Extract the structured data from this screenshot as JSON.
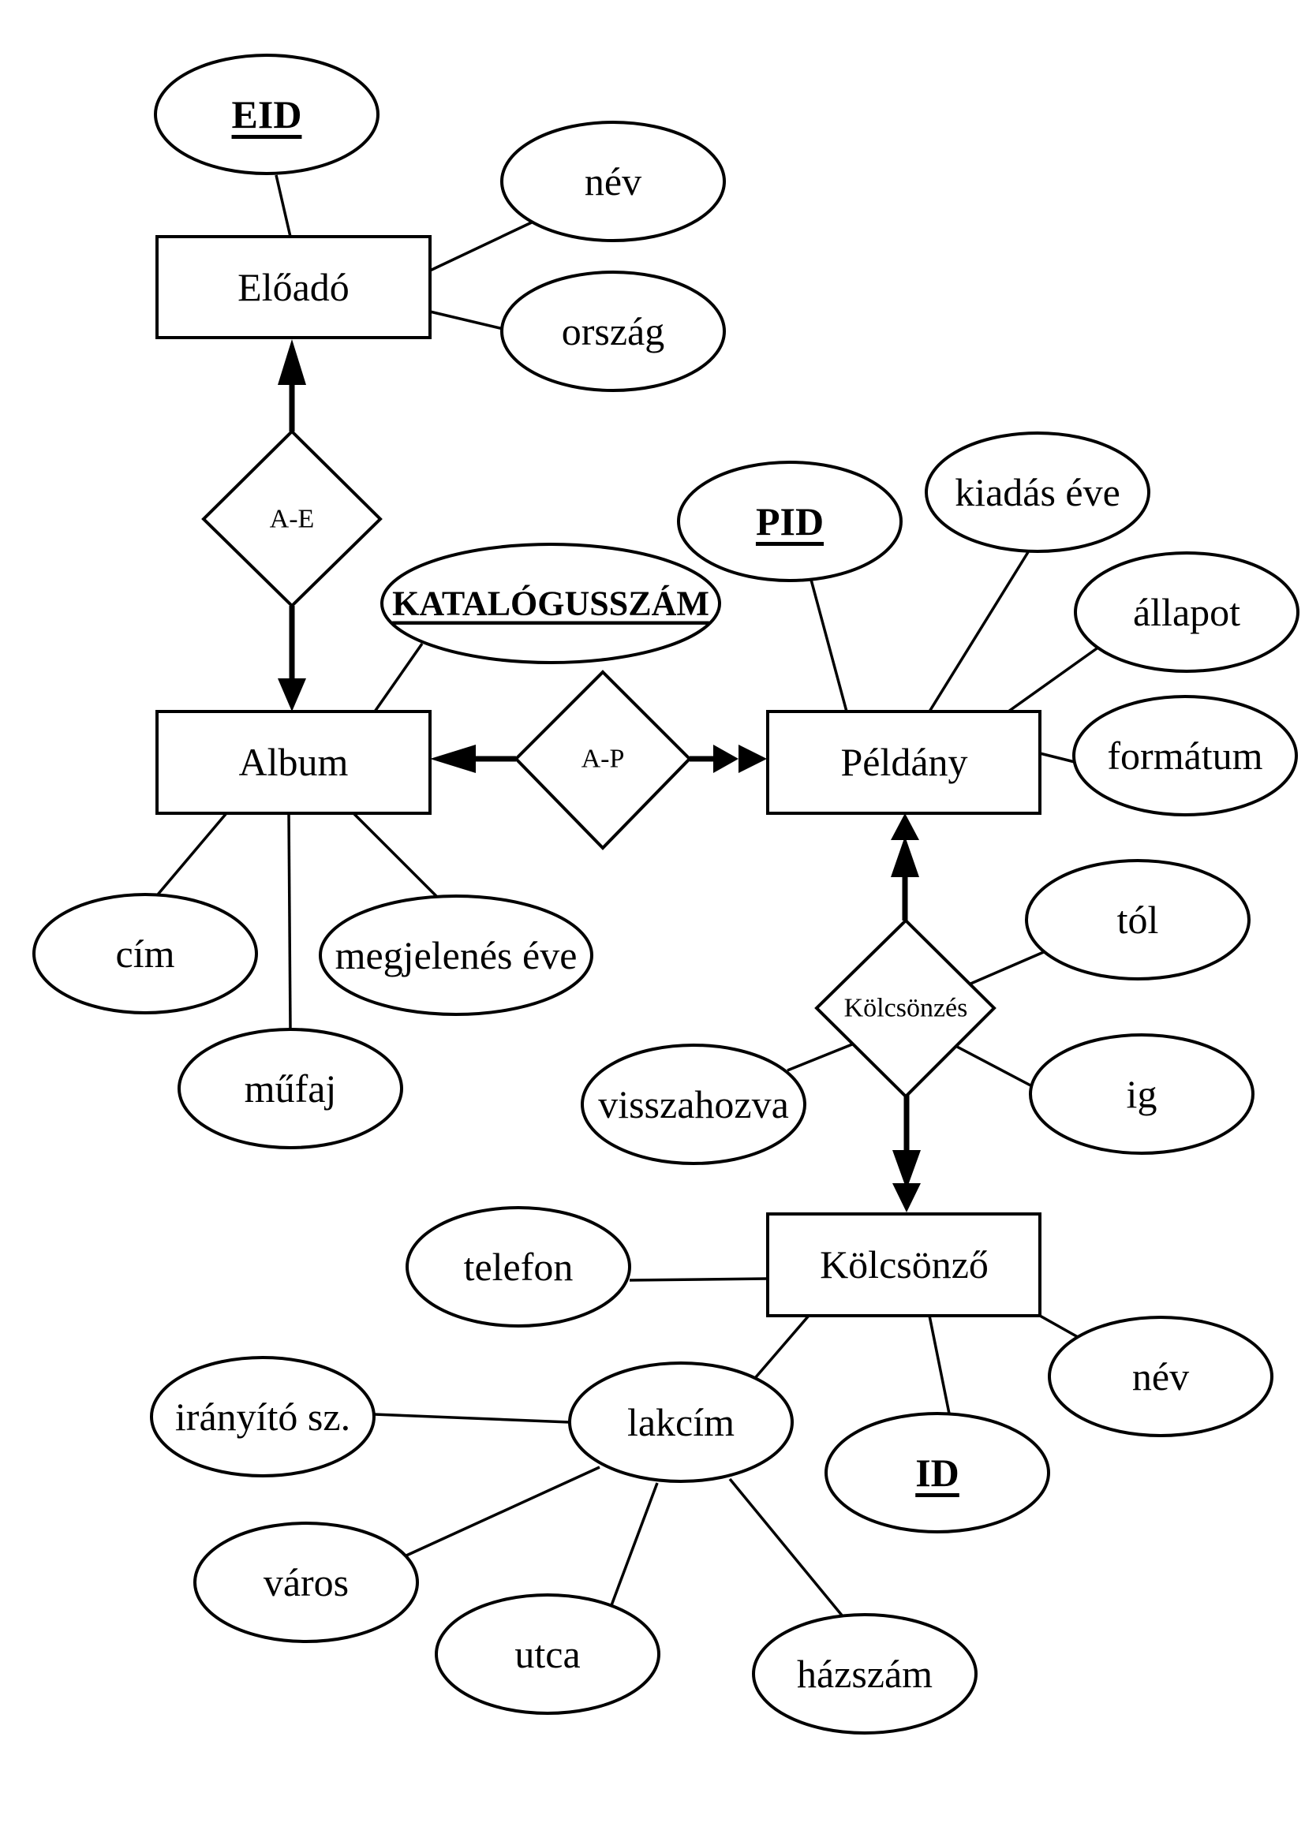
{
  "entities": {
    "eloado": "Előadó",
    "album": "Album",
    "peldany": "Példány",
    "kolcsonzo": "Kölcsönző"
  },
  "relationships": {
    "ae": "A-E",
    "ap": "A-P",
    "kolcsonzes": "Kölcsönzés"
  },
  "attributes": {
    "eid": "EID",
    "eloado_nev": "név",
    "orszag": "ország",
    "katalogusszam": "KATALÓGUSSZÁM",
    "cim": "cím",
    "mufaj": "műfaj",
    "megjelenes_eve": "megjelenés éve",
    "pid": "PID",
    "kiadas_eve": "kiadás éve",
    "allapot": "állapot",
    "formatum": "formátum",
    "tol": "tól",
    "ig": "ig",
    "visszahozva": "visszahozva",
    "telefon": "telefon",
    "kolcsonzo_nev": "név",
    "id": "ID",
    "lakcim": "lakcím",
    "iranyito": "irányító sz.",
    "varos": "város",
    "utca": "utca",
    "hazszam": "házszám"
  }
}
